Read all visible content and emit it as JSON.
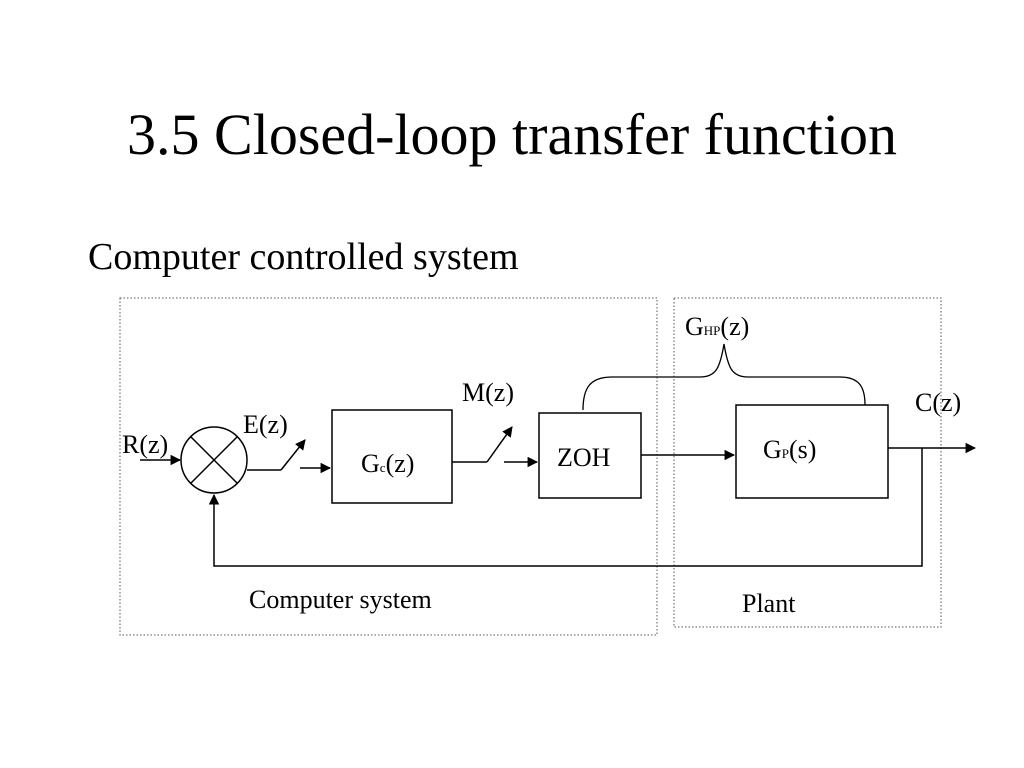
{
  "slide": {
    "title": "3.5 Closed-loop transfer function",
    "subtitle": "Computer controlled system"
  },
  "diagram": {
    "signals": {
      "input": "R(z)",
      "error": "E(z)",
      "manipulated": "M(z)",
      "output": "C(z)"
    },
    "blocks": {
      "controller": {
        "main": "G",
        "sub": "c",
        "arg": "(z)"
      },
      "hold": {
        "label": "ZOH"
      },
      "plant": {
        "main": "G",
        "sub": "P",
        "arg": "(s)"
      }
    },
    "combined": {
      "main": "G",
      "sub": "HP",
      "arg": "(z)"
    },
    "groups": {
      "computer": "Computer system",
      "plant": "Plant"
    }
  }
}
